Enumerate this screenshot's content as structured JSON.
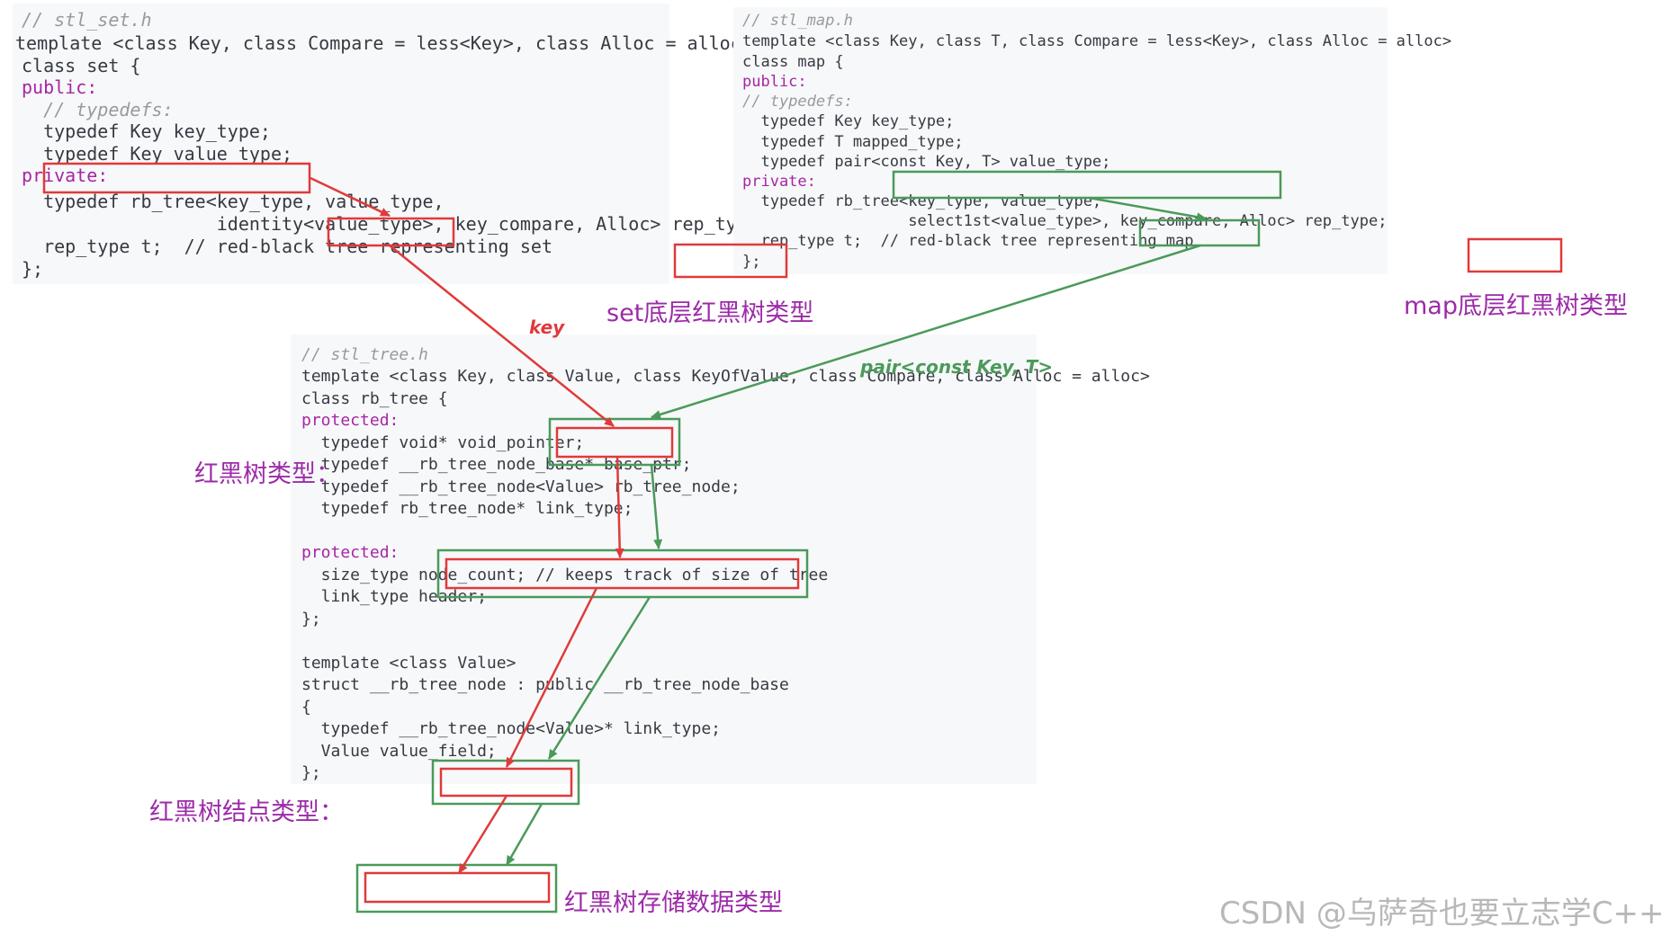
{
  "set_code": {
    "comment_file": "// stl_set.h",
    "line1": "template <class Key, class Compare = less<Key>, class Alloc = alloc>",
    "line2": "class set {",
    "line3": "public:",
    "line4": "  // typedefs:",
    "line5": "  typedef Key key_type;",
    "line6": "  typedef Key value_type;",
    "line7": "private:",
    "line8": "  typedef rb_tree<key_type, value_type,",
    "line9": "                  identity<value_type>, key_compare, Alloc> rep_type;",
    "line10": "  rep_type t;  // red-black tree representing set",
    "line11": "};"
  },
  "map_code": {
    "comment_file": "// stl_map.h",
    "line1": "template <class Key, class T, class Compare = less<Key>, class Alloc = alloc>",
    "line2": "class map {",
    "line3": "public:",
    "line4": "// typedefs:",
    "line5": "  typedef Key key_type;",
    "line6": "  typedef T mapped_type;",
    "line7": "  typedef pair<const Key, T> value_type;",
    "line8": "private:",
    "line9": "  typedef rb_tree<key_type, value_type,",
    "line10": "                  select1st<value_type>, key_compare, Alloc> rep_type;",
    "line11": "  rep_type t;  // red-black tree representing map",
    "line12": "};"
  },
  "tree_code": {
    "comment_file": "// stl_tree.h",
    "line1": "template <class Key, class Value, class KeyOfValue, class Compare, class Alloc = alloc>",
    "line2": "class rb_tree {",
    "line3": "protected:",
    "line4": "  typedef void* void_pointer;",
    "line5": "  typedef __rb_tree_node_base* base_ptr;",
    "line6": "  typedef __rb_tree_node<Value> rb_tree_node;",
    "line7": "  typedef rb_tree_node* link_type;",
    "line8": "protected:",
    "line9": "  size_type node_count; // keeps track of size of tree",
    "line10": "  link_type header;",
    "line11": "};",
    "line12": "template <class Value>",
    "line13": "struct __rb_tree_node : public __rb_tree_node_base",
    "line14": "{",
    "line15": "  typedef __rb_tree_node<Value>* link_type;",
    "line16": "  Value value_field;",
    "line17": "};"
  },
  "captions": {
    "set_caption": "set底层红黑树类型",
    "map_caption": "map底层红黑树类型",
    "tree_type": "红黑树类型：",
    "node_type": "红黑树结点类型：",
    "stored_type": "红黑树存储数据类型"
  },
  "arrow_labels": {
    "key": "key",
    "pair": "pair<const Key, T>"
  },
  "watermark": "CSDN @乌萨奇也要立志学C++",
  "colors": {
    "red": "#e03a3a",
    "green": "#4a9a5a",
    "purple": "#9c2ba8",
    "keyword": "#a626a4",
    "type": "#4078f2",
    "comment": "#9a9a9a"
  }
}
